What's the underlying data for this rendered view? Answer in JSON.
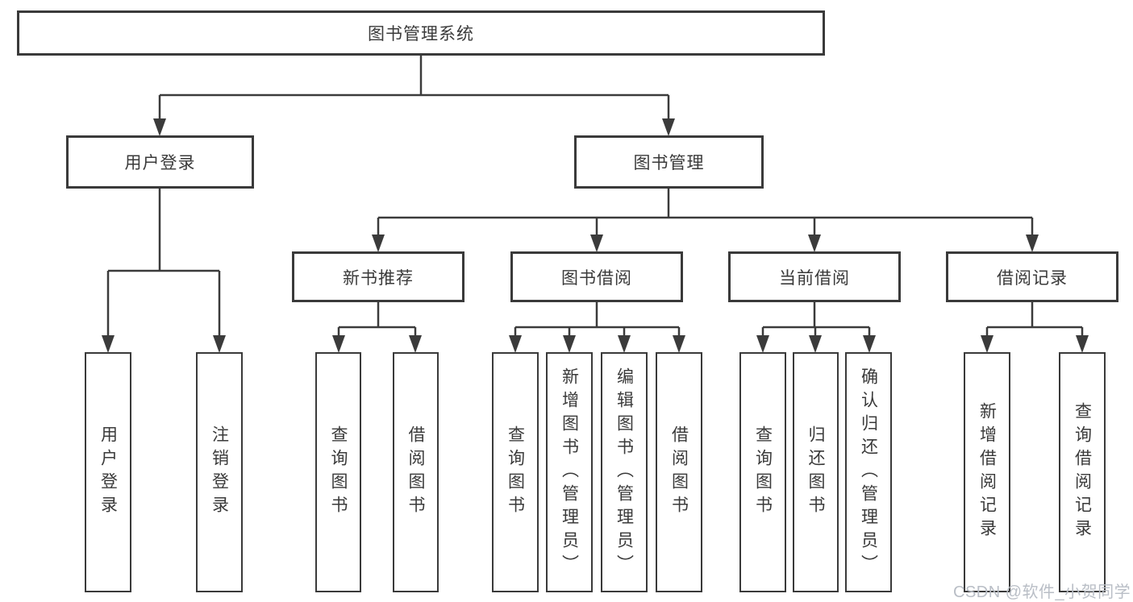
{
  "colors": {
    "line": "#3b3b3b",
    "text": "#3a3a3a",
    "box_background": "#ffffff",
    "watermark": "#b9bec6",
    "background": "#ffffff"
  },
  "watermark": {
    "text": "CSDN @软件_小贺同学"
  },
  "tree": {
    "root": {
      "label": "图书管理系统"
    },
    "branches": [
      {
        "label": "用户登录",
        "children": [
          {
            "label": "用户登录"
          },
          {
            "label": "注销登录"
          }
        ]
      },
      {
        "label": "图书管理",
        "children": [
          {
            "label": "新书推荐",
            "children": [
              {
                "label": "查询图书"
              },
              {
                "label": "借阅图书"
              }
            ]
          },
          {
            "label": "图书借阅",
            "children": [
              {
                "label": "查询图书"
              },
              {
                "label": "新增图书（管理员）"
              },
              {
                "label": "编辑图书（管理员）"
              },
              {
                "label": "借阅图书"
              }
            ]
          },
          {
            "label": "当前借阅",
            "children": [
              {
                "label": "查询图书"
              },
              {
                "label": "归还图书"
              },
              {
                "label": "确认归还（管理员）"
              }
            ]
          },
          {
            "label": "借阅记录",
            "children": [
              {
                "label": "新增借阅记录"
              },
              {
                "label": "查询借阅记录"
              }
            ]
          }
        ]
      }
    ]
  }
}
